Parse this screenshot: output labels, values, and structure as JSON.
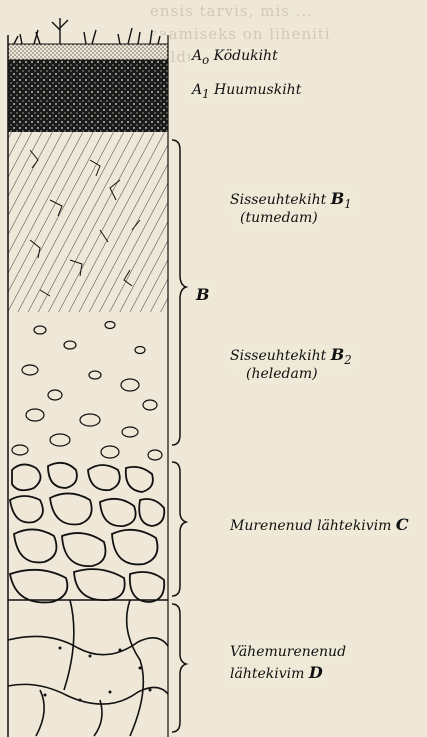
{
  "layers": {
    "a0": {
      "symbol": "A",
      "sub": "o",
      "name": "Ködukiht"
    },
    "a1": {
      "symbol": "A",
      "sub": "1",
      "name": "Huumuskiht"
    },
    "b1": {
      "line1": "Sisseuhtekiht",
      "symbol": "B",
      "sub": "1",
      "line2": "(tumedam)"
    },
    "b2": {
      "line1": "Sisseuhtekiht",
      "symbol": "B",
      "sub": "2",
      "line2": "(heledam)"
    },
    "b": {
      "symbol": "B"
    },
    "c": {
      "name": "Murenenud lähtekivim",
      "symbol": "C"
    },
    "d": {
      "line1": "Vähemurenenud",
      "line2": "lähtekivim",
      "symbol": "D"
    }
  },
  "background_text": [
    "ensis tarvis, mis ... ",
    "saamiseks on liheniti ",
    "Poldu ja ... ",
    "... ",
    "... ",
    "... ",
    "... ",
    "... ",
    "... ",
    "... ",
    "... ",
    "... ",
    "... ",
    "... ",
    "... ",
    "... ",
    "... ",
    "... ",
    "... ",
    "... ",
    "... ",
    "... ",
    "... ",
    "... ",
    "... ",
    "... ",
    "... ",
    "... ",
    "... ",
    "... ",
    "... ",
    "... "
  ]
}
